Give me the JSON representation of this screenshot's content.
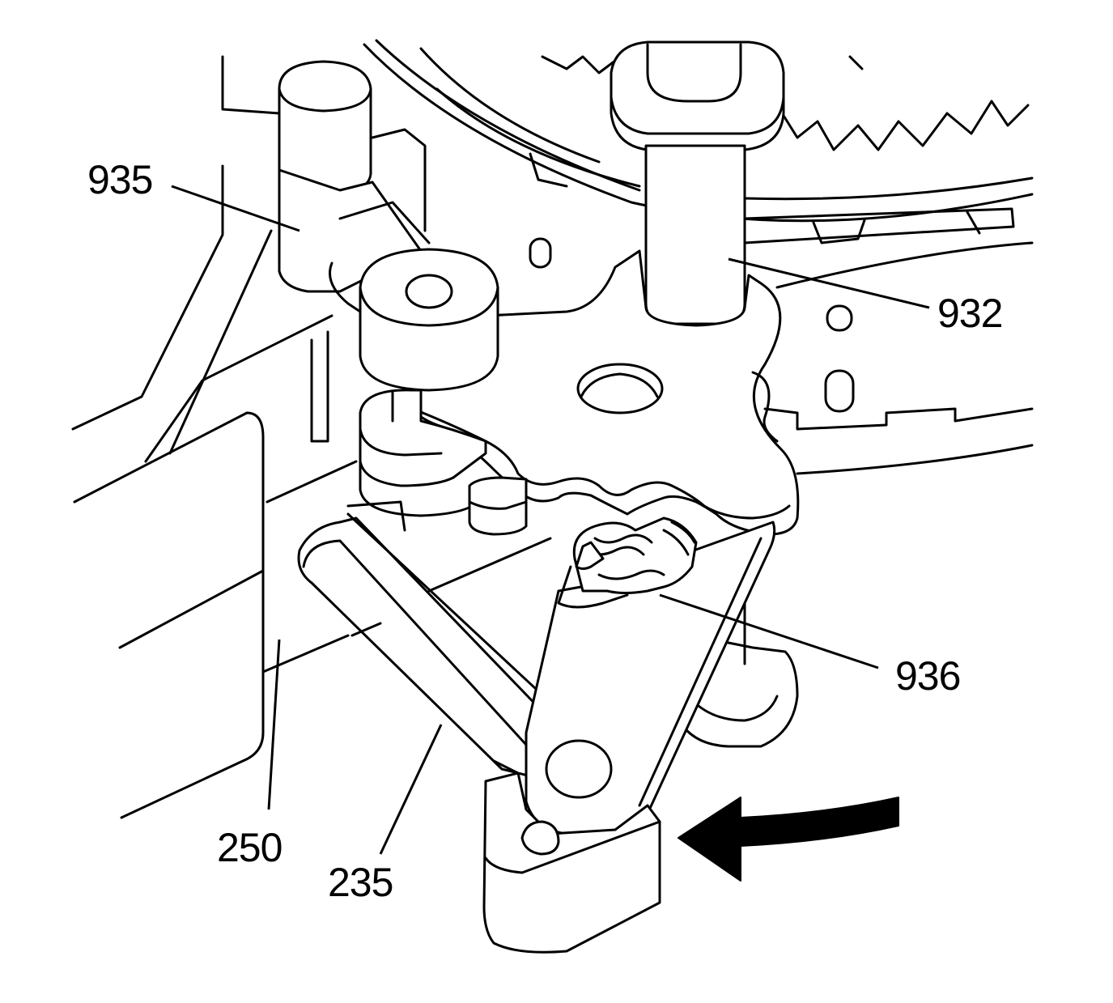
{
  "callouts": [
    {
      "id": "935",
      "label": "935"
    },
    {
      "id": "932",
      "label": "932"
    },
    {
      "id": "936",
      "label": "936"
    },
    {
      "id": "250",
      "label": "250"
    },
    {
      "id": "235",
      "label": "235"
    }
  ],
  "colors": {
    "line": "#000000",
    "background": "#ffffff"
  },
  "icons": {
    "direction_arrow": "curved-arrow-left-icon"
  }
}
